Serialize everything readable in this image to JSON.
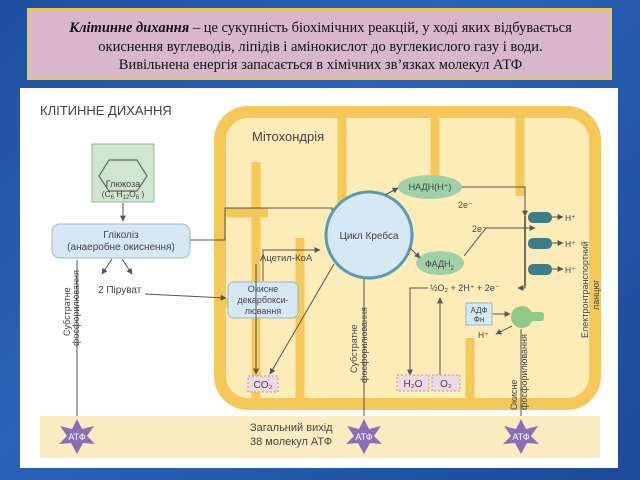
{
  "caption": {
    "term": "Клітинне дихання",
    "line1_rest": " – це сукупність біохімічних реакцій, у ході яких відбувається",
    "line2": "окиснення вуглеводів, ліпідів і амінокислот до вуглекислого газу і води.",
    "line3": "Вивільнена енергія запасається в хімічних зв’язках молекул АТФ"
  },
  "diagram": {
    "title": "КЛІТИННЕ ДИХАННЯ",
    "mitochondria": "Мітохондрія",
    "glucose": {
      "name": "Глюкоза",
      "formula_prefix": "(C",
      "c": "6",
      "h_mid": " H",
      "h": "12",
      "o_mid": "O",
      "o": "6",
      "formula_suffix": " )"
    },
    "glycolysis": {
      "line1": "Гліколіз",
      "line2": "(анаеробне окиснення)"
    },
    "pyruvate": "2 Піруват",
    "oxidative_decarb": {
      "line1": "Окисне",
      "line2": "декарбокси-",
      "line3": "лювання"
    },
    "acetyl_coa": "Ацетил-КоА",
    "krebs": "Цикл Кребса",
    "nadh": "НАДН(Н⁺)",
    "fadh": "ФАДН",
    "fadh_sub": "2",
    "e2_top": "2e⁻",
    "e2_mid": "2e⁻",
    "o2_reaction": "½O₂ + 2H⁺ + 2e⁻",
    "h_plus": "H⁺",
    "adp": "АДФ",
    "fn": "Фн",
    "etc_line1": "Електронтранспортний",
    "etc_line2": "ланцюг",
    "substrate_phos_1": {
      "line1": "Субстратне",
      "line2": "фосфорилювання"
    },
    "substrate_phos_2": {
      "line1": "Субстратне",
      "line2": "фосфорилювання"
    },
    "oxidative_phos": {
      "line1": "Окисне",
      "line2": "фосфорилювання"
    },
    "co2": "CO₂",
    "h2o": "H₂O",
    "o2": "O₂",
    "total": {
      "line1": "Загальний вихід",
      "line2": "38 молекул АТФ"
    },
    "atp": "АТФ"
  },
  "colors": {
    "mito_fill": "#fdecb8",
    "mito_border": "#f5c85a",
    "box_blue": "#d6e8f4",
    "box_border": "#9ab8cc",
    "oval_green": "#9fd0a8",
    "glucose_green": "#cfe5cf",
    "product_pink": "#f0d9e6",
    "atp_star": "#8a6fb8",
    "bottom_band": "#fbecc2"
  }
}
